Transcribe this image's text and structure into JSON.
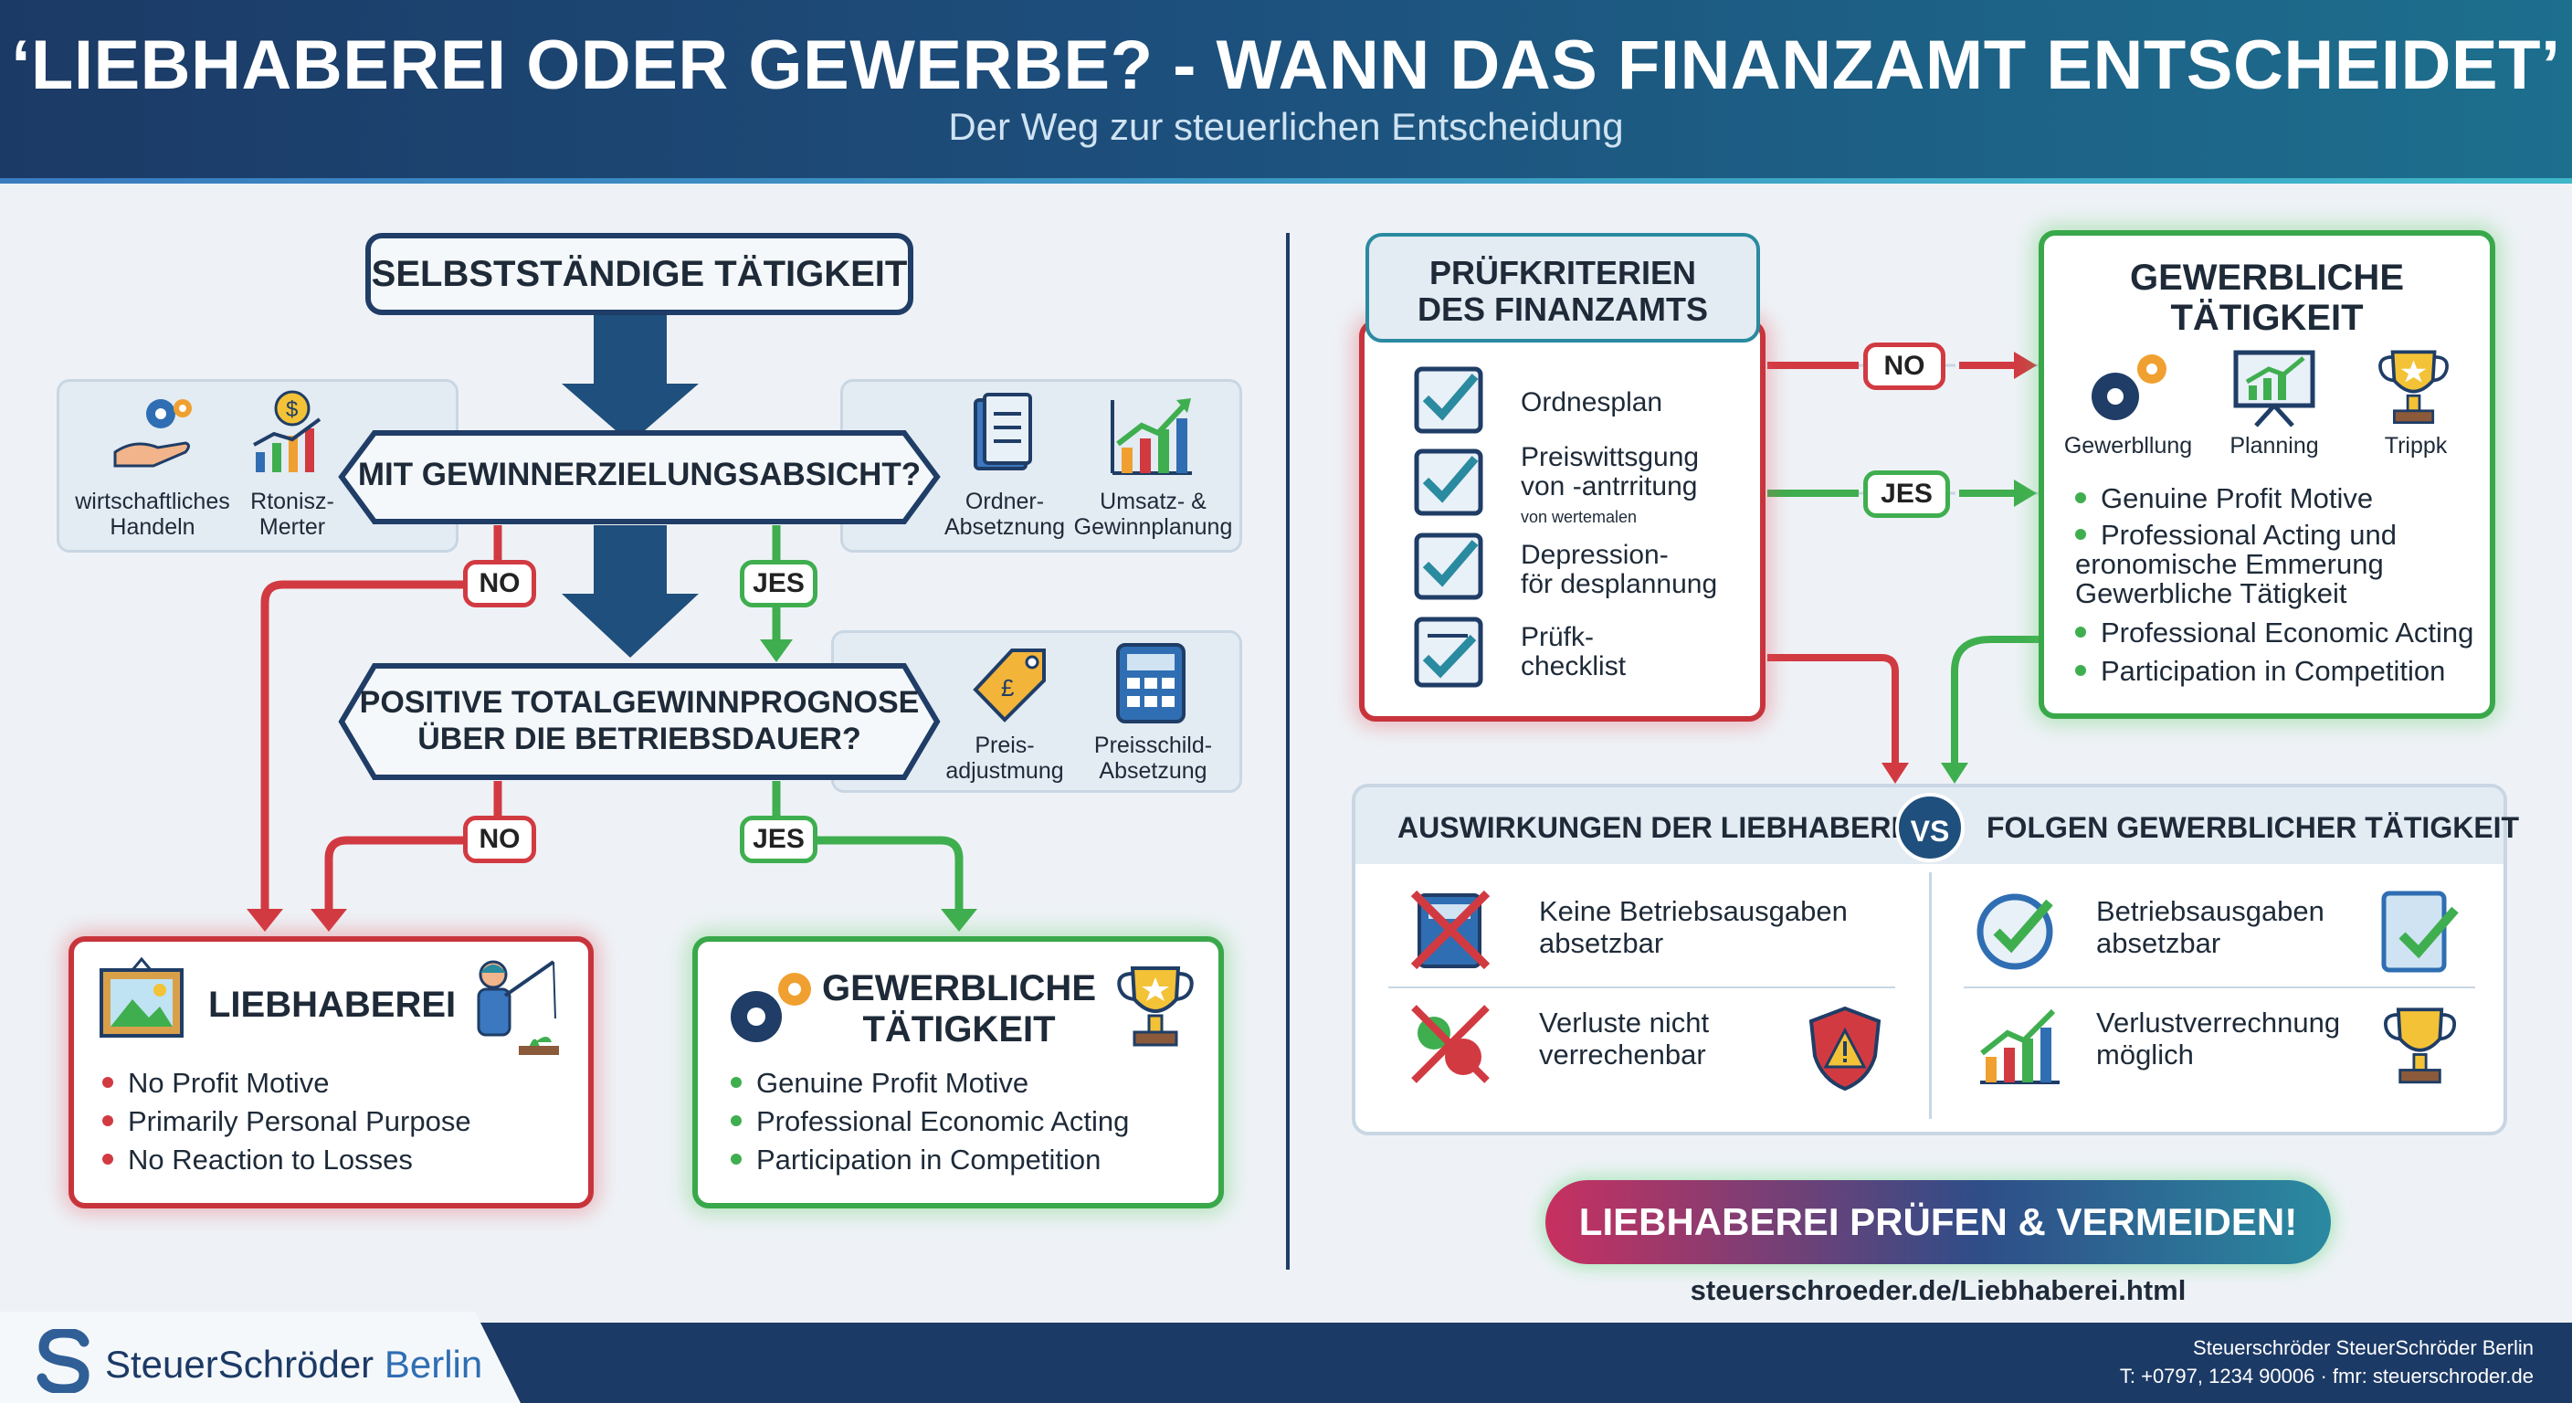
{
  "header": {
    "title": "‘LIEBHABEREI ODER GEWERBE? - WANN DAS FINANZAMT ENTSCHEIDET’",
    "subtitle": "Der Weg zur steuerlichen Entscheidung"
  },
  "left": {
    "start": "SELBSTSTÄNDIGE TÄTIGKEIT",
    "q1": "MIT GEWINNERZIELUNGSABSICHT?",
    "q2_line1": "POSITIVE TOTALGEWINNPROGNOSE",
    "q2_line2": "ÜBER DIE BETRIEBSDAUER?",
    "no": "NO",
    "yes": "JES",
    "side_left": [
      {
        "icon": "hand-gear-icon",
        "label": "wirtschaftliches\nHandeln"
      },
      {
        "icon": "dollar-chart-icon",
        "label": "Rtonisz-\nMerter"
      }
    ],
    "side_right": [
      {
        "icon": "document-icon",
        "label": "Ordner-\nAbsetznung"
      },
      {
        "icon": "growth-chart-icon",
        "label": "Umsatz- &\nGewinnplanung"
      }
    ],
    "side_right2": [
      {
        "icon": "price-tag-icon",
        "label": "Preis-\nadjustmung"
      },
      {
        "icon": "calculator-icon",
        "label": "Preisschild-\nAbsetzung"
      }
    ],
    "hobby": {
      "title": "LIEBHABEREI",
      "bullets": [
        "No Profit Motive",
        "Primarily Personal Purpose",
        "No Reaction to Losses"
      ]
    },
    "business": {
      "title1": "GEWERBLICHE",
      "title2": "TÄTIGKEIT",
      "bullets": [
        "Genuine Profit Motive",
        "Professional Economic Acting",
        "Participation in Competition"
      ]
    }
  },
  "right": {
    "criteria": {
      "title1": "PRÜFKRITERIEN",
      "title2": "DES FINANZAMTS",
      "items": [
        {
          "text": "Ordnesplan",
          "sub": ""
        },
        {
          "text": "Preiswittsgung\nvon -antrritung",
          "sub": "von wertemalen"
        },
        {
          "text": "Depression-\nför desplannung",
          "sub": ""
        },
        {
          "text": "Prüfk-\nchecklist",
          "sub": ""
        }
      ]
    },
    "no": "NO",
    "yes": "JES",
    "business": {
      "title1": "GEWERBLICHE",
      "title2": "TÄTIGKEIT",
      "icons": [
        "Gewerbllung",
        "Planning",
        "Trippk"
      ],
      "bullets": [
        "Genuine Profit Motive",
        "Professional Acting und\neronomische Emmerung\nGewerbliche Tätigkeit",
        "Professional Economic Acting",
        "Participation in Competition"
      ]
    },
    "compare": {
      "left_title": "AUSWIRKUNGEN DER LIEBHABEREI",
      "vs": "VS",
      "right_title": "FOLGEN GEWERBLICHER TÄTIGKEIT",
      "left_items": [
        "Keine Betriebsausgaben\nabsetzbar",
        "Verluste nicht\nverrechenbar"
      ],
      "right_items": [
        "Betriebsausgaben\nabsetzbar",
        "Verlustverrechnung\nmöglich"
      ]
    },
    "cta": "LIEBHABEREI PRÜFEN & VERMEIDEN!",
    "url": "steuerschroeder.de/Liebhaberei.html"
  },
  "footer": {
    "brand_main": "SteuerSchröder",
    "brand_sub": "Berlin",
    "line1": "Steuerschröder SteuerSchröder Berlin",
    "line2": "T: +0797, 1234 90006 · fmr: steuerschroder.de"
  },
  "colors": {
    "navy": "#1f3d66",
    "red": "#d23a42",
    "green": "#3fae4f",
    "teal": "#2a8aa0"
  }
}
